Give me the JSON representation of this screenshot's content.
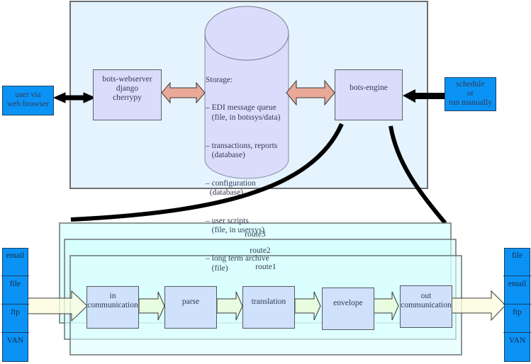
{
  "colors": {
    "external_blue": "#0a93f5",
    "component_lavender": "#dadcfb",
    "server_area": "#e5f3fe",
    "route_area": "#dcfffe",
    "step_fill": "#cfe1fb",
    "double_arrow": "#e9a898",
    "flow_arrow": "#e8fce0",
    "io_arrow": "#fdfde0"
  },
  "external": {
    "user": "user via\nweb browser",
    "scheduler": "schedule\nor\nrun manually"
  },
  "server": {
    "webserver": "bots-webserver\ndjango\ncherrypy",
    "engine": "bots-engine",
    "storage": {
      "title": "Storage:",
      "items": [
        "– EDI message queue\n   (file, in botssys/data)",
        "– transactions, reports\n   (database)",
        "– configuration\n  (database)",
        "– user scripts\n   (file, in usersys)",
        "– long term archive\n   (file)"
      ]
    }
  },
  "routes": [
    "route3",
    "route2",
    "route1"
  ],
  "steps": [
    "in\ncommunication",
    "parse",
    "translation",
    "envelope",
    "out\ncommunication"
  ],
  "inbound_channels": [
    "email",
    "file",
    "ftp",
    "VAN"
  ],
  "outbound_channels": [
    "file",
    "email",
    "ftp",
    "VAN"
  ]
}
